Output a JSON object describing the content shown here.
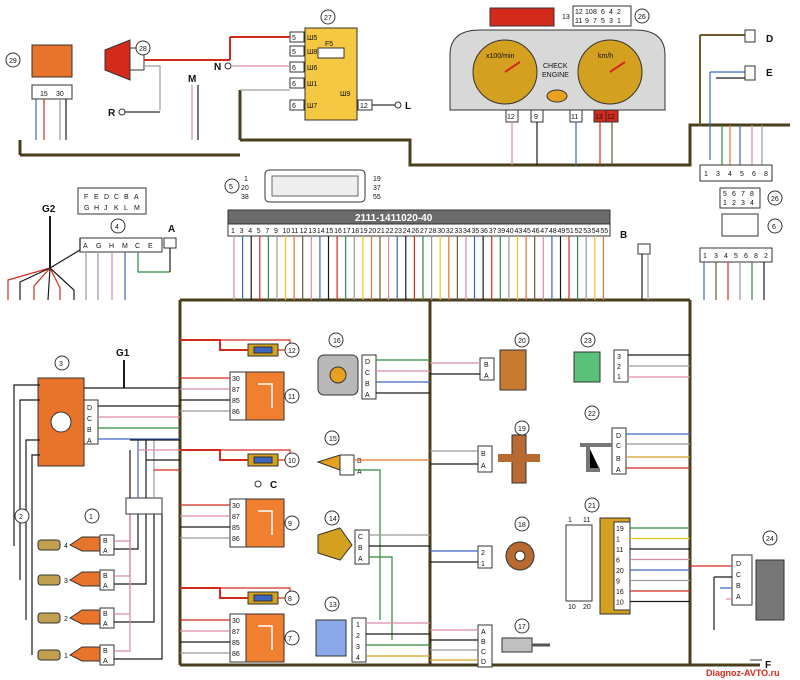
{
  "ecu": {
    "part_number": "2111-1411020-40"
  },
  "connector_5": {
    "pins_left": [
      "1",
      "20",
      "38"
    ],
    "pins_right": [
      "19",
      "37",
      "55"
    ]
  },
  "ecu_pins": [
    "1",
    "3",
    "4",
    "5",
    "7",
    "9",
    "10",
    "11",
    "12",
    "13",
    "14",
    "15",
    "16",
    "17",
    "18",
    "19",
    "20",
    "21",
    "22",
    "23",
    "24",
    "26",
    "27",
    "28",
    "30",
    "32",
    "33",
    "34",
    "35",
    "36",
    "37",
    "39",
    "40",
    "43",
    "45",
    "46",
    "47",
    "48",
    "49",
    "51",
    "52",
    "53",
    "54",
    "55"
  ],
  "cluster": {
    "rpm_label": "x100/min",
    "speed_label": "km/h",
    "check_engine": "CHECK\nENGINE",
    "check_engine_l1": "CHECK",
    "check_engine_l2": "ENGINE",
    "pins": [
      "12",
      "9",
      "11",
      "13",
      "12"
    ]
  },
  "fuse_block_27": {
    "fuse": "F5",
    "pins_left": [
      "Ш5",
      "Ш8",
      "Ш6",
      "Ш1",
      "Ш7"
    ],
    "pins_left_nums": [
      "5",
      "5",
      "6",
      "6",
      "6"
    ],
    "pin_right_label": "Ш9",
    "pin_right_num": "12"
  },
  "connector_4": {
    "labels": [
      "A",
      "G",
      "H",
      "M",
      "C",
      "E"
    ],
    "top_labels": [
      "F",
      "E",
      "D",
      "C",
      "B",
      "A"
    ],
    "bottom_labels": [
      "G",
      "H",
      "J",
      "K",
      "L",
      "M"
    ]
  },
  "connector_13_top": [
    "12",
    "10",
    "8",
    "6",
    "4",
    "2"
  ],
  "connector_13_bot": [
    "11",
    "9",
    "7",
    "5",
    "3",
    "1"
  ],
  "connector_13_label": "13",
  "connector_26": {
    "top": [
      "5",
      "6",
      "7",
      "8"
    ],
    "bot": [
      "1",
      "2",
      "3",
      "4"
    ]
  },
  "connector_6_pins": [
    "1",
    "3",
    "4",
    "5",
    "6",
    "8",
    "2"
  ],
  "connector_right_top": [
    "1",
    "3",
    "4",
    "5",
    "6",
    "8"
  ],
  "components": {
    "c1": "1",
    "c2": "2",
    "c3": "3",
    "c4": "4",
    "c5": "5",
    "c6": "6",
    "c7": "7",
    "c8": "8",
    "c9": "9",
    "c10": "10",
    "c11": "11",
    "c12": "12",
    "c13": "13",
    "c14": "14",
    "c15": "15",
    "c16": "16",
    "c17": "17",
    "c18": "18",
    "c19": "19",
    "c20": "20",
    "c21": "21",
    "c22": "22",
    "c23": "23",
    "c24": "24",
    "c26": "26",
    "c27": "27",
    "c28": "28",
    "c29": "29"
  },
  "points": {
    "A": "A",
    "B": "B",
    "C": "C",
    "D": "D",
    "E": "E",
    "F": "F",
    "G1": "G1",
    "G2": "G2",
    "L": "L",
    "M": "M",
    "N": "N",
    "R": "R"
  },
  "relay_pins": [
    "30",
    "87",
    "85",
    "86"
  ],
  "relay_29_pins": [
    "15",
    "30"
  ],
  "sensor_pins_ABC": [
    "A",
    "B",
    "C"
  ],
  "sensor_pins_ABCD": [
    "A",
    "B",
    "C",
    "D"
  ],
  "pin_nums_123": [
    "1",
    "2",
    "3"
  ],
  "pin_nums_1234": [
    "1",
    "2",
    "3",
    "4"
  ],
  "connector_21_pins": [
    "19",
    "1",
    "11",
    "6",
    "20",
    "9",
    "16",
    "10"
  ],
  "connector_21_small": [
    "1",
    "11",
    "10",
    "20"
  ],
  "injector_nums": [
    "1",
    "2",
    "3",
    "4"
  ],
  "watermark": "Diagnoz-AVTO.ru",
  "colors": {
    "brown": "#6b5a2a",
    "red": "#d42a1c",
    "orange": "#e8732a",
    "yellow": "#f0c419",
    "blue": "#3a66c4",
    "green": "#2e8a3c",
    "pink": "#d98aa6",
    "grey": "#9a9a9a",
    "black": "#1a1a1a",
    "bus": "#4a3e1c",
    "relay": "#f08030",
    "fuse27": "#f5c842"
  }
}
